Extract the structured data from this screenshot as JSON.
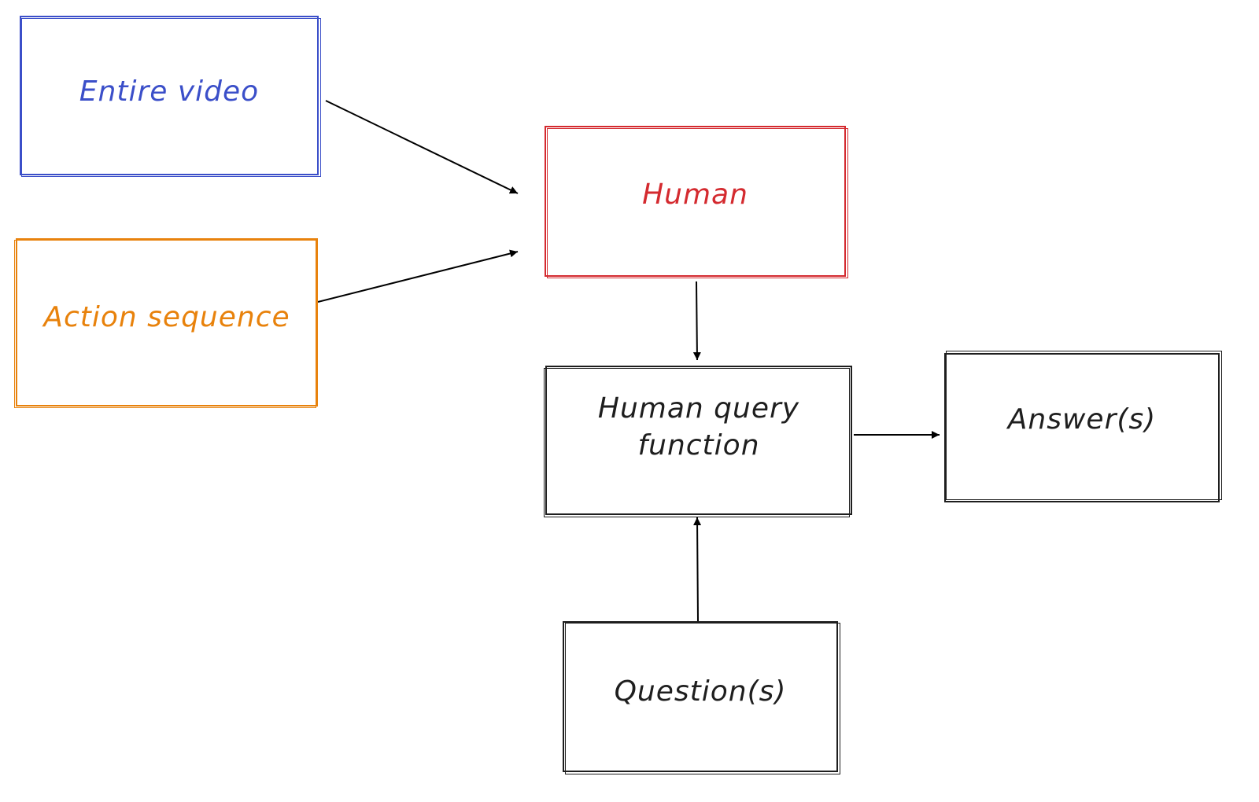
{
  "nodes": {
    "entire_video": {
      "label": "Entire video",
      "color": "#3b4fc9"
    },
    "action_sequence": {
      "label": "Action sequence",
      "color": "#e8820c"
    },
    "human": {
      "label": "Human",
      "color": "#d42a2f"
    },
    "human_query_function": {
      "label": "Human query\nfunction",
      "color": "#1e1e1e"
    },
    "answers": {
      "label": "Answer(s)",
      "color": "#1e1e1e"
    },
    "questions": {
      "label": "Question(s)",
      "color": "#1e1e1e"
    }
  },
  "edges": [
    {
      "from": "entire_video",
      "to": "human"
    },
    {
      "from": "action_sequence",
      "to": "human"
    },
    {
      "from": "human",
      "to": "human_query_function"
    },
    {
      "from": "questions",
      "to": "human_query_function"
    },
    {
      "from": "human_query_function",
      "to": "answers"
    }
  ]
}
